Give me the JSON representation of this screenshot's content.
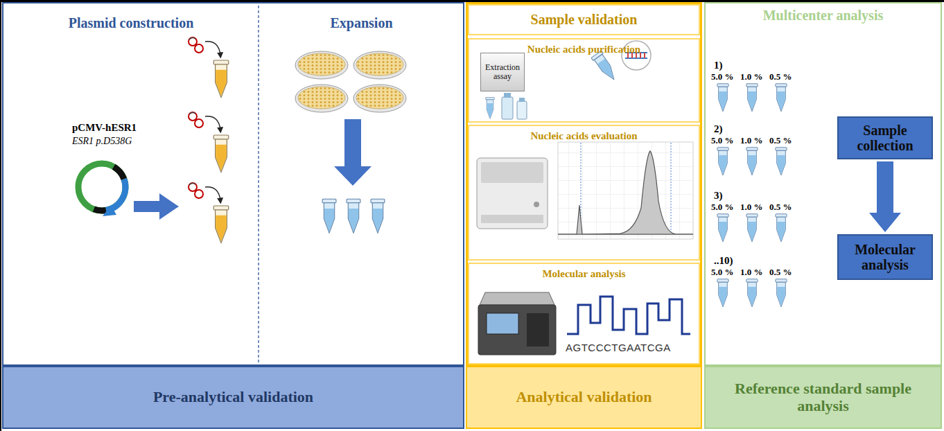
{
  "diagram": {
    "nodes": [
      {
        "text": [
          "Plasmid construction",
          "Expansion"
        ]
      },
      {
        "text": [
          "Pre-analytical validation"
        ]
      },
      {
        "text": [
          "Sample validation"
        ]
      },
      {
        "text": [
          "Nucleic acids purification"
        ]
      },
      {
        "text": [
          "Extraction assay"
        ],
        "in": 3
      },
      {
        "text": [
          "Nucleic acids evaluation"
        ]
      },
      {
        "text": [
          "Molecular analysis"
        ]
      },
      {
        "text": [
          "Analytical validation"
        ]
      },
      {
        "text": [
          "Multicenter analysis"
        ]
      },
      {
        "text": [
          "Sample collection"
        ],
        "in": 8
      },
      {
        "text": [
          "Molecular analysis"
        ],
        "in": 8
      },
      {
        "text": [
          "Reference standard sample analysis"
        ]
      }
    ],
    "edges": [
      {
        "from": 9,
        "to": 10,
        "arrow": "to"
      }
    ],
    "labels": [
      "pCMV-hESR1",
      "ESR1 p.D538G",
      "AGTCCCTGAATCGA",
      "1)",
      "5.0 %",
      "1.0 %",
      "0.5 %",
      "2)",
      "5.0 %",
      "1.0 %",
      "0.5 %",
      "3)",
      "5.0 %",
      "1.0 %",
      "0.5 %",
      "..10)",
      "5.0 %",
      "1.0 %",
      "0.5 %"
    ]
  }
}
